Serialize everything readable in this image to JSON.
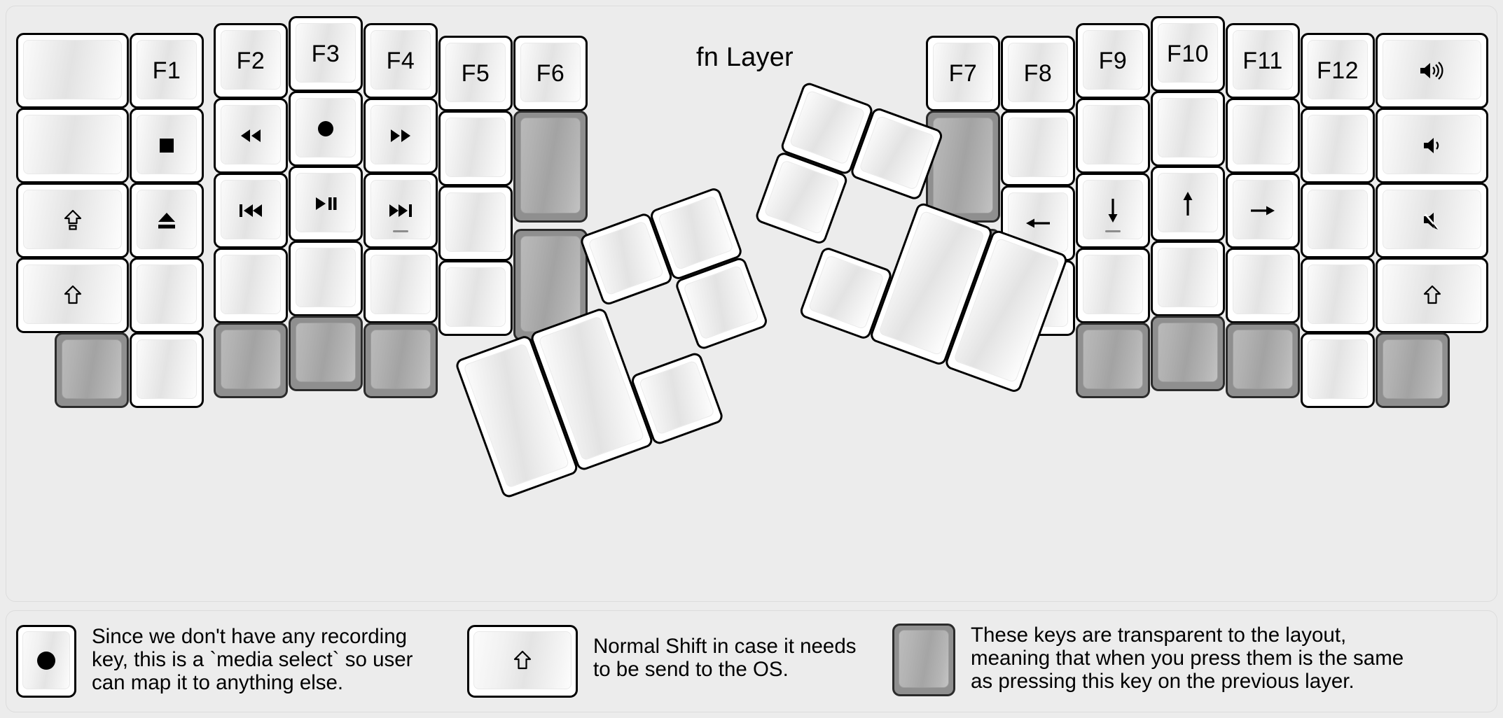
{
  "page": {
    "title": "fn Layer",
    "background": "#ececec"
  },
  "colors": {
    "keycap_border": "#000000",
    "keycap_face_light": "#fbfbfb",
    "keycap_face_dark": "#e3e3e3",
    "transparent_key_fill": "#a8a8a8",
    "transparent_key_border": "#8f8f8f",
    "text": "#000000"
  },
  "keyboard": {
    "left_half": {
      "columns": [
        {
          "name": "col-outer-left",
          "keys": [
            {
              "label": "",
              "icon": "",
              "type": "normal",
              "width": "1.5u"
            },
            {
              "label": "",
              "icon": "",
              "type": "normal",
              "width": "1.5u"
            },
            {
              "label": "",
              "icon": "caps-lock-icon",
              "type": "normal",
              "width": "1.5u"
            },
            {
              "label": "",
              "icon": "shift-icon",
              "type": "normal",
              "width": "1.5u"
            },
            {
              "label": "",
              "icon": "",
              "type": "transparent",
              "width": "1u"
            }
          ]
        },
        {
          "name": "col-f1",
          "keys": [
            {
              "label": "F1",
              "icon": "",
              "type": "normal"
            },
            {
              "label": "",
              "icon": "media-stop-icon",
              "type": "normal"
            },
            {
              "label": "",
              "icon": "media-eject-icon",
              "type": "normal"
            },
            {
              "label": "",
              "icon": "",
              "type": "normal"
            },
            {
              "label": "",
              "icon": "",
              "type": "normal"
            }
          ]
        },
        {
          "name": "col-f2",
          "keys": [
            {
              "label": "F2",
              "icon": "",
              "type": "normal"
            },
            {
              "label": "",
              "icon": "media-rewind-icon",
              "type": "normal"
            },
            {
              "label": "",
              "icon": "media-previous-icon",
              "type": "normal"
            },
            {
              "label": "",
              "icon": "",
              "type": "normal"
            },
            {
              "label": "",
              "icon": "",
              "type": "transparent"
            }
          ]
        },
        {
          "name": "col-f3",
          "keys": [
            {
              "label": "F3",
              "icon": "",
              "type": "normal"
            },
            {
              "label": "",
              "icon": "media-record-icon",
              "type": "normal"
            },
            {
              "label": "",
              "icon": "media-play-pause-icon",
              "type": "normal"
            },
            {
              "label": "",
              "icon": "",
              "type": "normal"
            },
            {
              "label": "",
              "icon": "",
              "type": "transparent"
            }
          ]
        },
        {
          "name": "col-f4",
          "keys": [
            {
              "label": "F4",
              "icon": "",
              "type": "normal"
            },
            {
              "label": "",
              "icon": "media-fast-forward-icon",
              "type": "normal"
            },
            {
              "label": "",
              "icon": "media-next-icon",
              "type": "normal",
              "homing": true
            },
            {
              "label": "",
              "icon": "",
              "type": "normal"
            },
            {
              "label": "",
              "icon": "",
              "type": "transparent"
            }
          ]
        },
        {
          "name": "col-f5",
          "keys": [
            {
              "label": "F5",
              "icon": "",
              "type": "normal"
            },
            {
              "label": "",
              "icon": "",
              "type": "normal"
            },
            {
              "label": "",
              "icon": "",
              "type": "normal"
            },
            {
              "label": "",
              "icon": "",
              "type": "normal"
            }
          ]
        },
        {
          "name": "col-f6",
          "keys": [
            {
              "label": "F6",
              "icon": "",
              "type": "normal"
            },
            {
              "label": "",
              "icon": "",
              "type": "transparent",
              "height": "1.5u"
            },
            {
              "label": "",
              "icon": "",
              "type": "transparent",
              "height": "1.5u"
            }
          ]
        }
      ],
      "thumb_cluster": {
        "rotation_deg": -20,
        "keys": [
          {
            "label": "",
            "icon": "",
            "type": "normal",
            "size": "tall"
          },
          {
            "label": "",
            "icon": "",
            "type": "normal",
            "size": "tall"
          },
          {
            "label": "",
            "icon": "",
            "type": "normal",
            "size": "small"
          },
          {
            "label": "",
            "icon": "",
            "type": "normal",
            "size": "small"
          },
          {
            "label": "",
            "icon": "",
            "type": "normal",
            "size": "small"
          },
          {
            "label": "",
            "icon": "",
            "type": "normal",
            "size": "small"
          }
        ]
      }
    },
    "right_half": {
      "columns": [
        {
          "name": "col-f7",
          "keys": [
            {
              "label": "F7",
              "icon": "",
              "type": "normal"
            },
            {
              "label": "",
              "icon": "",
              "type": "transparent",
              "height": "1.5u"
            },
            {
              "label": "",
              "icon": "",
              "type": "transparent",
              "height": "1.5u"
            }
          ]
        },
        {
          "name": "col-f8",
          "keys": [
            {
              "label": "F8",
              "icon": "",
              "type": "normal"
            },
            {
              "label": "",
              "icon": "",
              "type": "normal"
            },
            {
              "label": "",
              "icon": "arrow-left-icon",
              "type": "normal"
            },
            {
              "label": "",
              "icon": "",
              "type": "normal"
            }
          ]
        },
        {
          "name": "col-f9",
          "keys": [
            {
              "label": "F9",
              "icon": "",
              "type": "normal"
            },
            {
              "label": "",
              "icon": "",
              "type": "normal"
            },
            {
              "label": "",
              "icon": "arrow-down-icon",
              "type": "normal",
              "homing": true
            },
            {
              "label": "",
              "icon": "",
              "type": "normal"
            },
            {
              "label": "",
              "icon": "",
              "type": "transparent"
            }
          ]
        },
        {
          "name": "col-f10",
          "keys": [
            {
              "label": "F10",
              "icon": "",
              "type": "normal"
            },
            {
              "label": "",
              "icon": "",
              "type": "normal"
            },
            {
              "label": "",
              "icon": "arrow-up-icon",
              "type": "normal"
            },
            {
              "label": "",
              "icon": "",
              "type": "normal"
            },
            {
              "label": "",
              "icon": "",
              "type": "transparent"
            }
          ]
        },
        {
          "name": "col-f11",
          "keys": [
            {
              "label": "F11",
              "icon": "",
              "type": "normal"
            },
            {
              "label": "",
              "icon": "",
              "type": "normal"
            },
            {
              "label": "",
              "icon": "arrow-right-icon",
              "type": "normal"
            },
            {
              "label": "",
              "icon": "",
              "type": "normal"
            },
            {
              "label": "",
              "icon": "",
              "type": "transparent"
            }
          ]
        },
        {
          "name": "col-f12",
          "keys": [
            {
              "label": "F12",
              "icon": "",
              "type": "normal"
            },
            {
              "label": "",
              "icon": "",
              "type": "normal"
            },
            {
              "label": "",
              "icon": "",
              "type": "normal"
            },
            {
              "label": "",
              "icon": "",
              "type": "normal"
            },
            {
              "label": "",
              "icon": "",
              "type": "normal"
            }
          ]
        },
        {
          "name": "col-outer-right",
          "keys": [
            {
              "label": "",
              "icon": "volume-up-icon",
              "type": "normal",
              "width": "1.5u"
            },
            {
              "label": "",
              "icon": "volume-down-icon",
              "type": "normal",
              "width": "1.5u"
            },
            {
              "label": "",
              "icon": "volume-mute-icon",
              "type": "normal",
              "width": "1.5u"
            },
            {
              "label": "",
              "icon": "shift-icon",
              "type": "normal",
              "width": "1.5u"
            },
            {
              "label": "",
              "icon": "",
              "type": "transparent",
              "width": "1u"
            }
          ]
        }
      ],
      "thumb_cluster": {
        "rotation_deg": 20,
        "keys": [
          {
            "label": "",
            "icon": "",
            "type": "normal",
            "size": "small"
          },
          {
            "label": "",
            "icon": "",
            "type": "normal",
            "size": "small"
          },
          {
            "label": "",
            "icon": "",
            "type": "normal",
            "size": "small"
          },
          {
            "label": "",
            "icon": "",
            "type": "normal",
            "size": "small"
          },
          {
            "label": "",
            "icon": "",
            "type": "normal",
            "size": "tall"
          },
          {
            "label": "",
            "icon": "",
            "type": "normal",
            "size": "tall"
          }
        ]
      }
    }
  },
  "legend": {
    "items": [
      {
        "key_icon": "media-record-icon",
        "key_type": "normal",
        "text": "Since we don't have any recording\nkey, this is a `media select` so user\ncan map it to anything else."
      },
      {
        "key_icon": "shift-icon",
        "key_type": "normal",
        "text": "Normal Shift in case it needs\nto be send to the OS."
      },
      {
        "key_icon": "",
        "key_type": "transparent",
        "text": "These keys are transparent to the layout,\nmeaning that when you press them is the same\nas pressing this key on the previous layer."
      }
    ]
  }
}
